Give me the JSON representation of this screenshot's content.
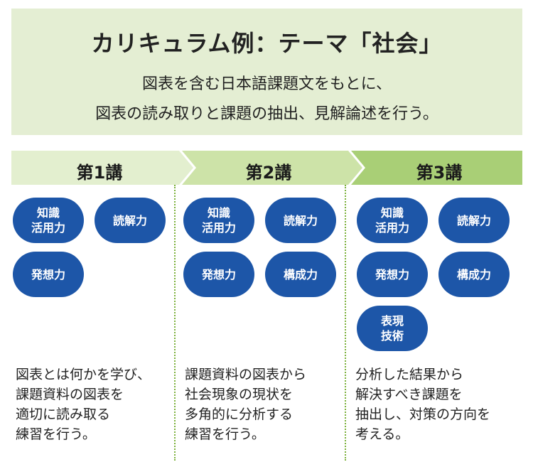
{
  "header": {
    "title": "カリキュラム例：テーマ「社会」",
    "subtitle_line1": "図表を含む日本語課題文をもとに、",
    "subtitle_line2": "図表の読み取りと課題の抽出、見解論述を行う。"
  },
  "steps": [
    {
      "label": "第1講",
      "skills": [
        "知識\n活用力",
        "読解力",
        "発想力"
      ],
      "description": "図表とは何かを学び、\n課題資料の図表を\n適切に読み取る\n練習を行う。"
    },
    {
      "label": "第2講",
      "skills": [
        "知識\n活用力",
        "読解力",
        "発想力",
        "構成力"
      ],
      "description": "課題資料の図表から\n社会現象の現状を\n多角的に分析する\n練習を行う。"
    },
    {
      "label": "第3講",
      "skills": [
        "知識\n活用力",
        "読解力",
        "発想力",
        "構成力",
        "表現\n技術"
      ],
      "description": "分析した結果から\n解決すべき課題を\n抽出し、対策の方向を\n考える。"
    }
  ],
  "colors": {
    "header_bg": "#e4eed3",
    "step1": "#e3efcf",
    "step2": "#cde3a8",
    "step3": "#a9cf76",
    "pill": "#1d56a8",
    "divider": "#7bb03a"
  }
}
